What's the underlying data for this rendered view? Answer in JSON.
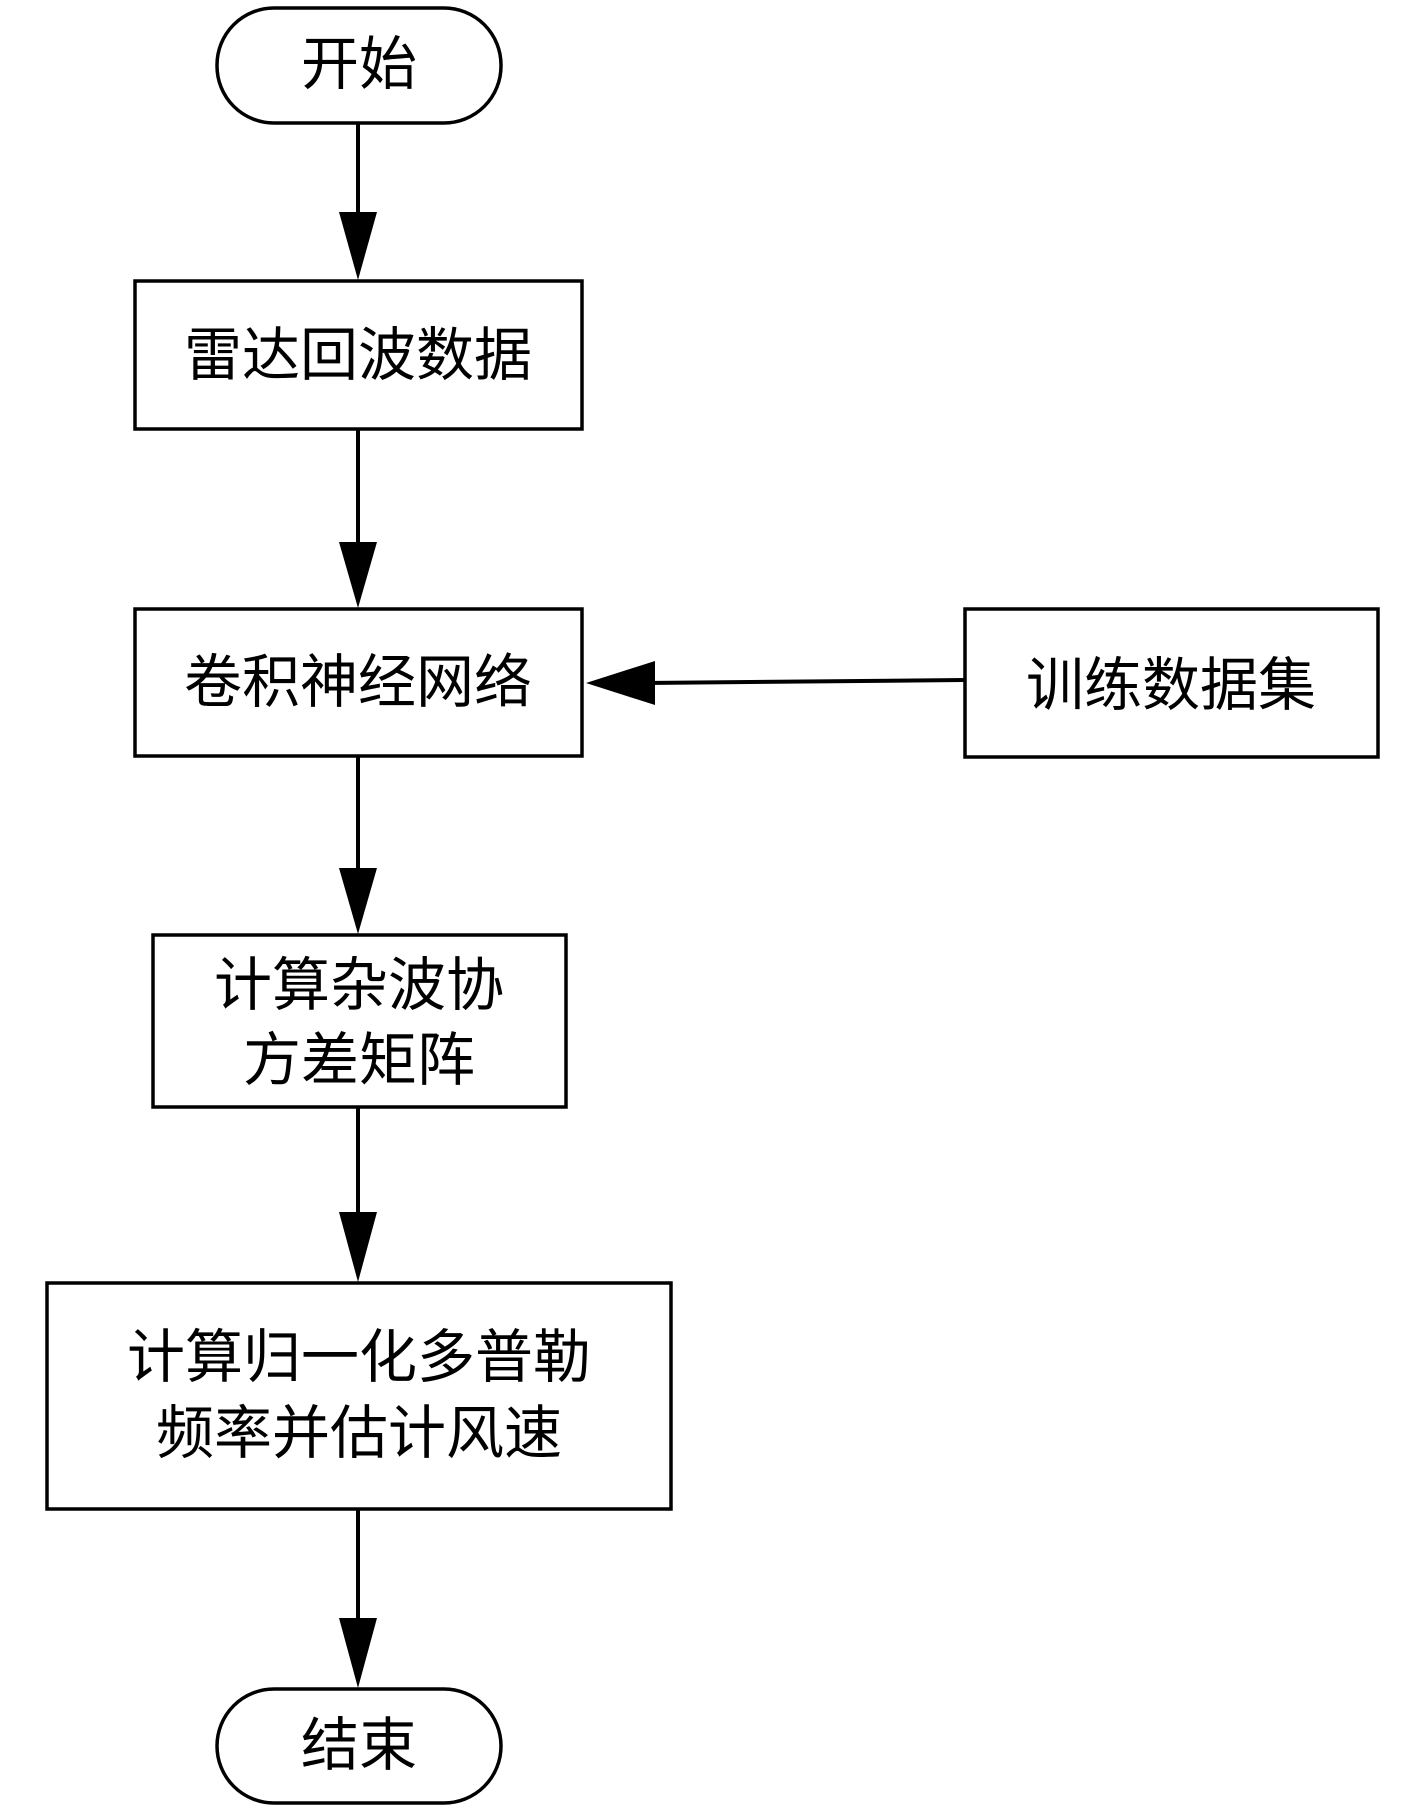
{
  "diagram": {
    "type": "flowchart",
    "nodes": [
      {
        "id": "start",
        "shape": "terminator",
        "lines": [
          "开始"
        ]
      },
      {
        "id": "radar_echo",
        "shape": "process",
        "lines": [
          "雷达回波数据"
        ]
      },
      {
        "id": "cnn",
        "shape": "process",
        "lines": [
          "卷积神经网络"
        ]
      },
      {
        "id": "training_set",
        "shape": "process",
        "lines": [
          "训练数据集"
        ]
      },
      {
        "id": "clutter_cov",
        "shape": "process",
        "lines": [
          "计算杂波协",
          "方差矩阵"
        ]
      },
      {
        "id": "doppler_wind",
        "shape": "process",
        "lines": [
          "计算归一化多普勒",
          "频率并估计风速"
        ]
      },
      {
        "id": "end",
        "shape": "terminator",
        "lines": [
          "结束"
        ]
      }
    ],
    "edges": [
      {
        "from": "start",
        "to": "radar_echo"
      },
      {
        "from": "radar_echo",
        "to": "cnn"
      },
      {
        "from": "training_set",
        "to": "cnn"
      },
      {
        "from": "cnn",
        "to": "clutter_cov"
      },
      {
        "from": "clutter_cov",
        "to": "doppler_wind"
      },
      {
        "from": "doppler_wind",
        "to": "end"
      }
    ]
  },
  "colors": {
    "stroke": "#000000",
    "fill": "#ffffff",
    "text": "#000000"
  }
}
